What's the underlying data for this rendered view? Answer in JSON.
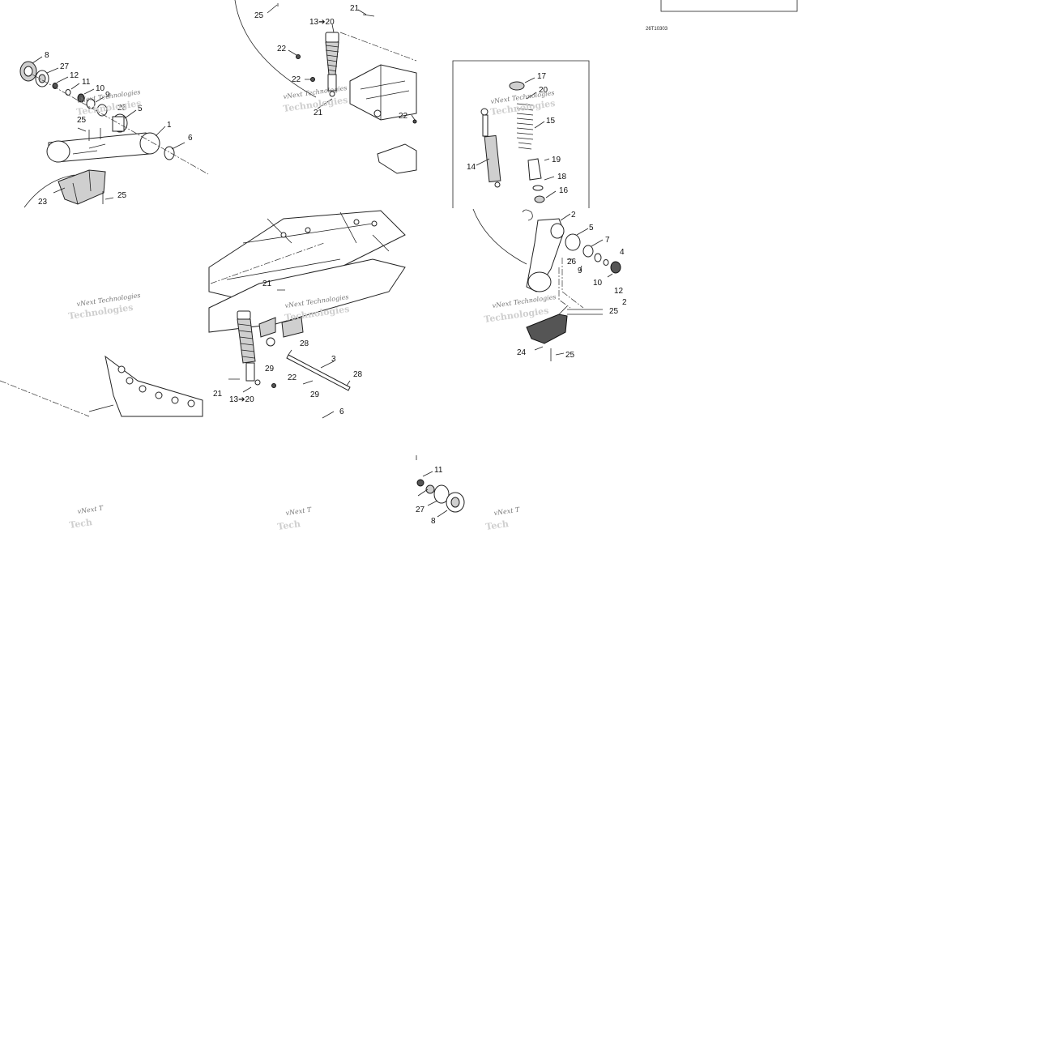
{
  "diagram": {
    "drawing_code": "26T10303",
    "watermark_line1": "vNext Technologies",
    "watermark_line2": "Technologies",
    "watermark_short": "vNext T",
    "watermark_short2": "Tech",
    "labels": {
      "l_8a": "8",
      "l_27a": "27",
      "l_12a": "12",
      "l_11a": "11",
      "l_10a": "10",
      "l_9a": "9",
      "l_26a": "26",
      "l_5a": "5",
      "l_1": "1",
      "l_6a": "6",
      "l_25a": "25",
      "l_25b": "25",
      "l_23": "23",
      "l_25c": "25",
      "l_21a": "21",
      "l_1320a": "13➔20",
      "l_22a": "22",
      "l_22b": "22",
      "l_21b": "21",
      "l_22c": "22",
      "l_17": "17",
      "l_20": "20",
      "l_15": "15",
      "l_14": "14",
      "l_19": "19",
      "l_18": "18",
      "l_16": "16",
      "l_2": "2",
      "l_5b": "5",
      "l_7": "7",
      "l_26b": "26",
      "l_9b": "9",
      "l_4": "4",
      "l_10b": "10",
      "l_12b": "12",
      "l_25d": "25",
      "l_24": "24",
      "l_25e": "25",
      "l_2b": "2",
      "l_21c": "21",
      "l_28a": "28",
      "l_3": "3",
      "l_29a": "29",
      "l_22d": "22",
      "l_28b": "28",
      "l_21d": "21",
      "l_1320b": "13➔20",
      "l_29b": "29",
      "l_6b": "6",
      "l_11b": "11",
      "l_27b": "27",
      "l_8b": "8"
    }
  }
}
